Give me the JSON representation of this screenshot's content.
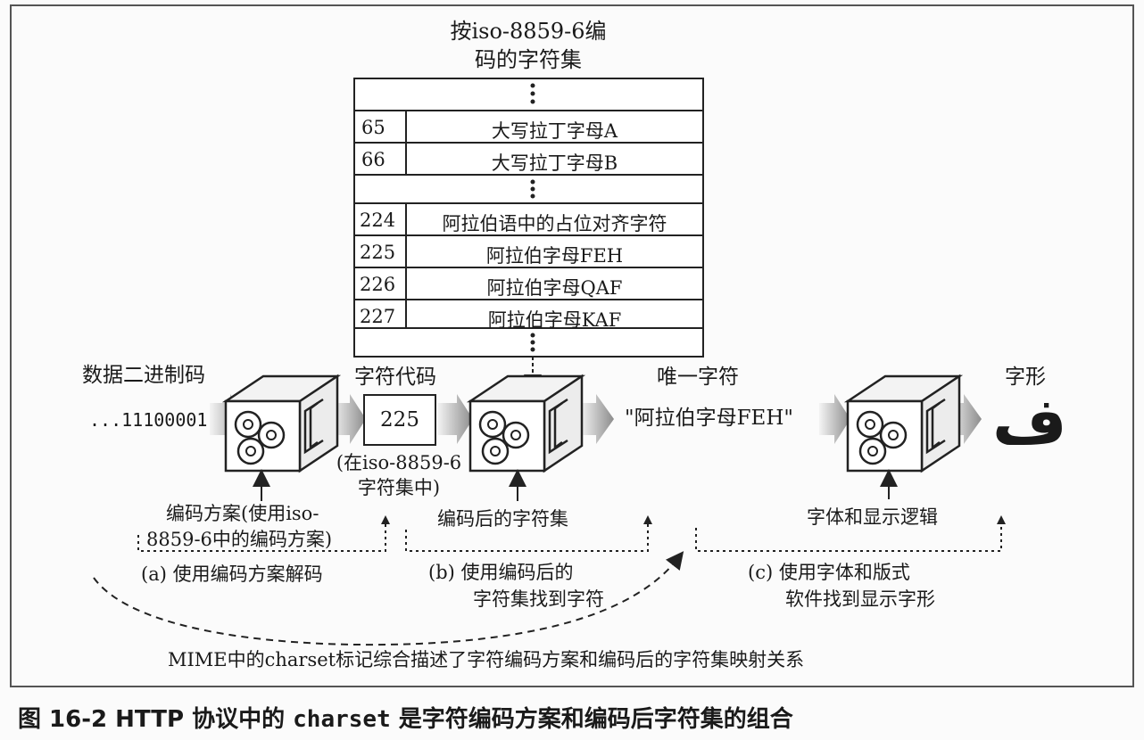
{
  "table": {
    "title_line1": "按iso-8859-6编",
    "title_line2": "码的字符集",
    "rows": [
      {
        "code": "65",
        "desc": "大写拉丁字母A"
      },
      {
        "code": "66",
        "desc": "大写拉丁字母B"
      },
      {
        "code": "224",
        "desc": "阿拉伯语中的占位对齐字符"
      },
      {
        "code": "225",
        "desc": "阿拉伯字母FEH"
      },
      {
        "code": "226",
        "desc": "阿拉伯字母QAF"
      },
      {
        "code": "227",
        "desc": "阿拉伯字母KAF"
      }
    ]
  },
  "labels": {
    "binary_title": "数据二进制码",
    "binary_value": "...11100001",
    "char_code_title": "字符代码",
    "char_code_value": "225",
    "in_charset_line1": "(在iso-8859-6",
    "in_charset_line2": "字符集中)",
    "unique_char_title": "唯一字符",
    "unique_char_value": "\"阿拉伯字母FEH\"",
    "glyph_title": "字形",
    "glyph": "ف",
    "encoding_scheme_line1": "编码方案(使用iso-",
    "encoding_scheme_line2": "8859-6中的编码方案)",
    "encoded_charset": "编码后的字符集",
    "font_logic": "字体和显示逻辑",
    "step_a": "(a) 使用编码方案解码",
    "step_b_line1": "(b) 使用编码后的",
    "step_b_line2": "字符集找到字符",
    "step_c_line1": "(c) 使用字体和版式",
    "step_c_line2": "软件找到显示字形",
    "mime_note": "MIME中的charset标记综合描述了字符编码方案和编码后的字符集映射关系"
  },
  "caption": {
    "prefix": "图 16-2  HTTP 协议中的 ",
    "keyword": "charset",
    "suffix": " 是字符编码方案和编码后字符集的组合"
  },
  "colors": {
    "line": "#222222",
    "arrow_fill_start": "#f2f2f2",
    "arrow_fill_end": "#8a8a8a",
    "cube_face": "#ffffff",
    "cube_side": "#e6e6e6"
  }
}
